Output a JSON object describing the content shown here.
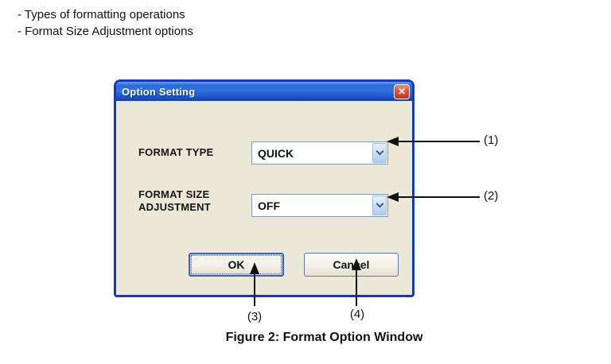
{
  "notes": {
    "line1": "- Types of formatting operations",
    "line2": "- Format Size Adjustment options"
  },
  "dialog": {
    "title": "Option Setting",
    "fields": [
      {
        "label": "FORMAT TYPE",
        "value": "QUICK"
      },
      {
        "label": "FORMAT SIZE ADJUSTMENT",
        "value": "OFF"
      }
    ],
    "buttons": {
      "ok": "OK",
      "cancel": "Cancel"
    }
  },
  "icons": {
    "close": "✕"
  },
  "callouts": [
    "(1)",
    "(2)",
    "(3)",
    "(4)"
  ],
  "caption": "Figure 2: Format Option Window",
  "colors": {
    "window_border": "#1238C8",
    "titlebar_blue": "#2A6AD8",
    "dialog_body": "#ECE8D8",
    "close_button_red": "#E35136",
    "combo_border": "#7F9DB9",
    "combo_button_blue": "#C9DCF8",
    "arrow": "#111111"
  }
}
